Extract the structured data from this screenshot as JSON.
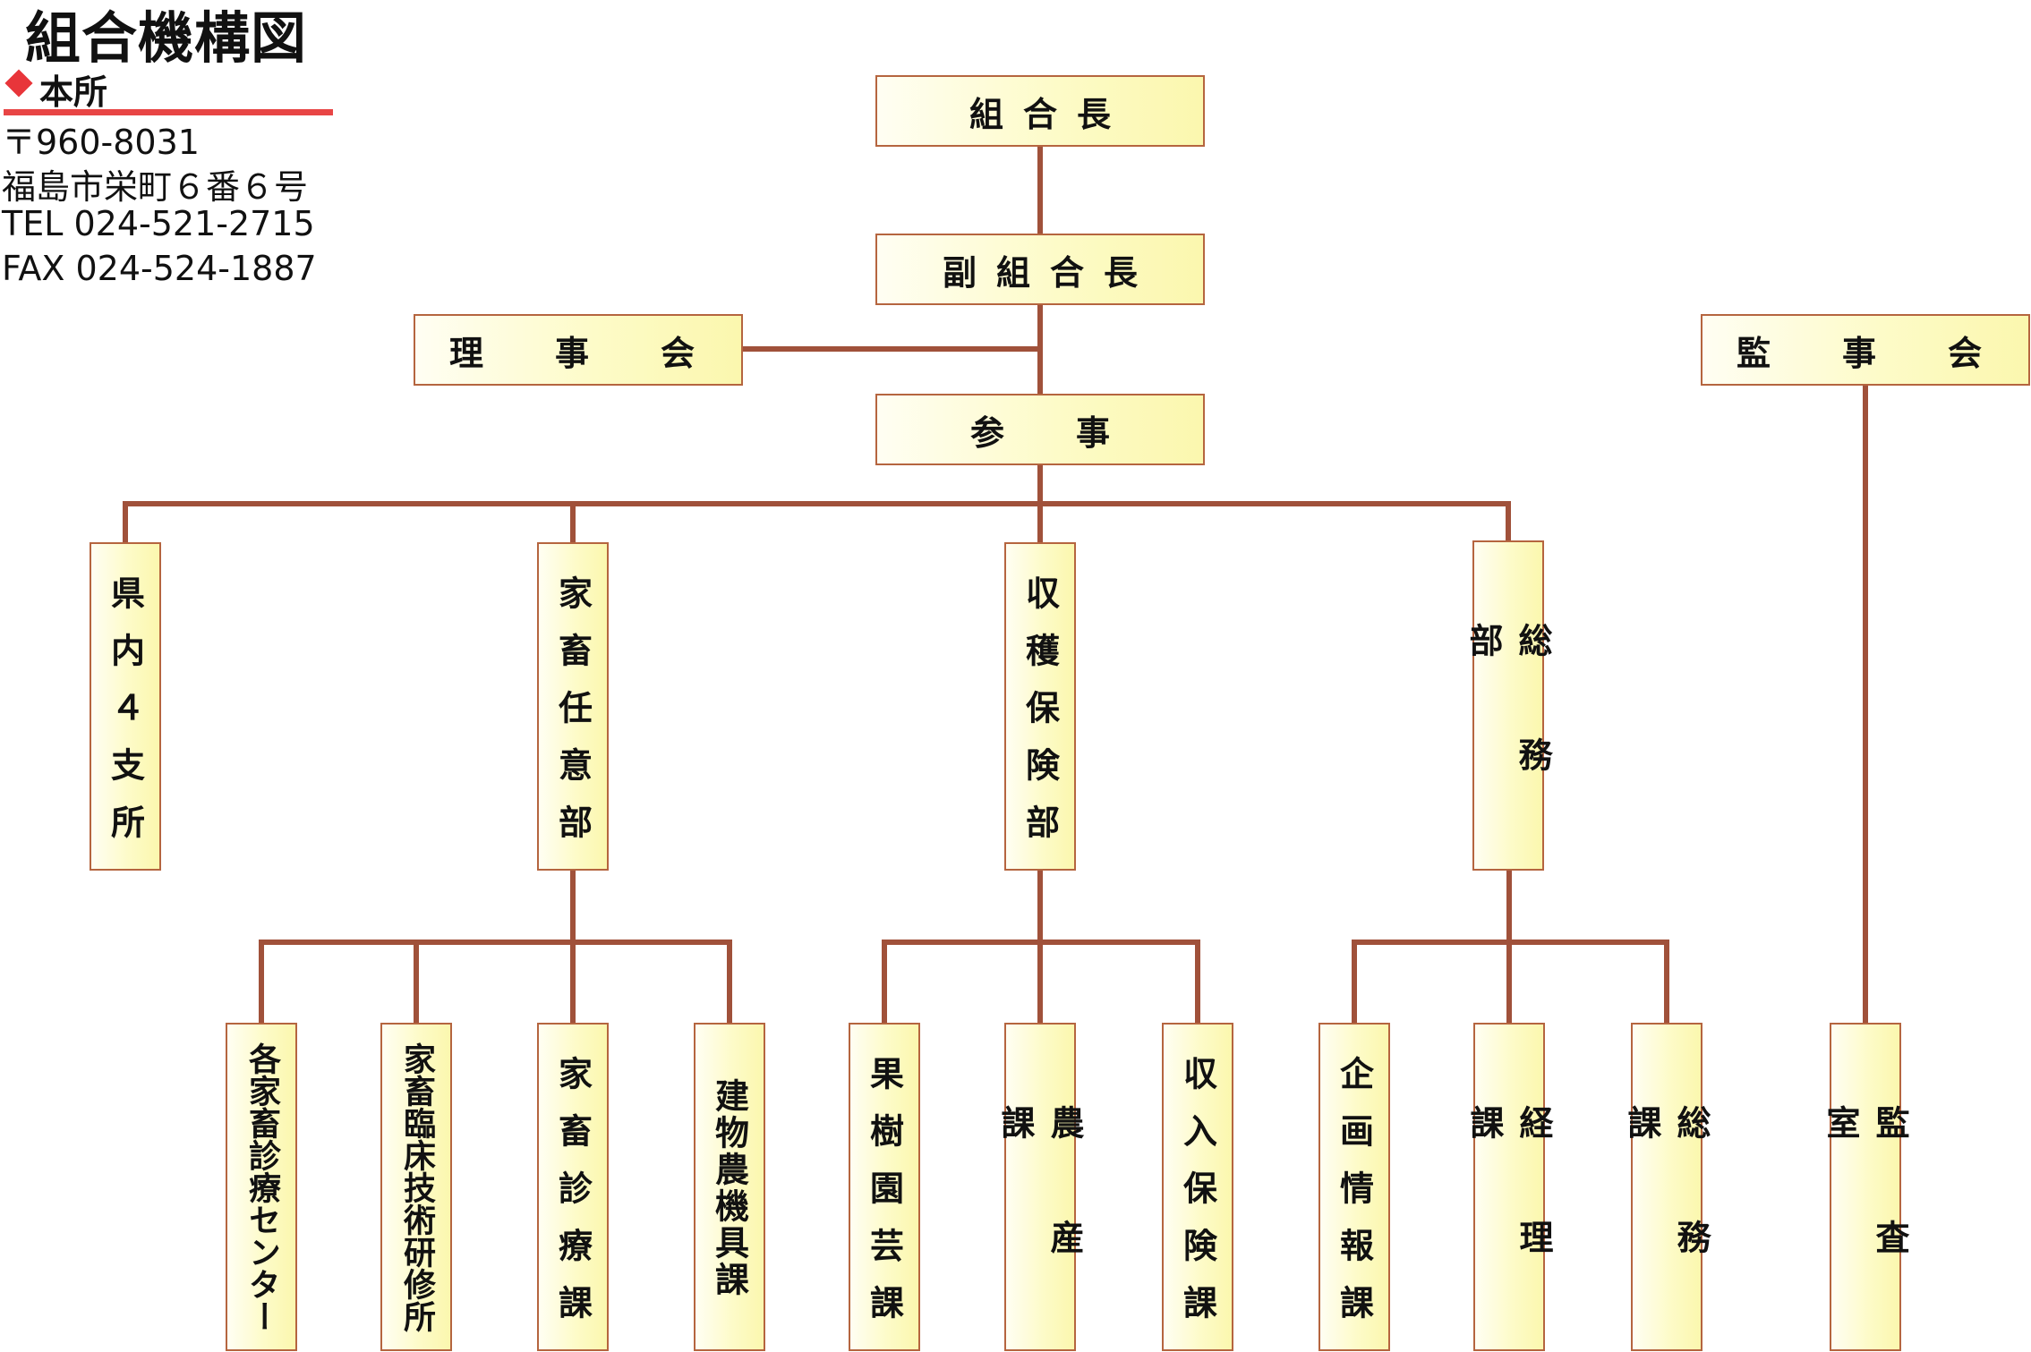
{
  "header": {
    "title": "組合機構図",
    "office_label": "本所",
    "address_lines": [
      "〒960-8031",
      "福島市栄町６番６号",
      "TEL 024-521-2715",
      "FAX 024-524-1887"
    ]
  },
  "org": {
    "chairman": "組合長",
    "vice_chairman": "副組合長",
    "board": "理事会",
    "auditors_board": "監事会",
    "councilor": "参事",
    "departments": {
      "branches": "県内４支所",
      "livestock": "家畜任意部",
      "harvest": "収穫保険部",
      "general": "総務部"
    },
    "sections": {
      "livestock_centers": "各家畜診療センター",
      "livestock_training": "家畜臨床技術研修所",
      "livestock_medical": "家畜診療課",
      "buildings": "建物農機具課",
      "fruit": "果樹園芸課",
      "agriculture": "農産課",
      "revenue": "収入保険課",
      "planning": "企画情報課",
      "accounting": "経理課",
      "general_affairs": "総務課",
      "audit": "監査室"
    }
  },
  "colors": {
    "line": "#a0513a",
    "box_border": "#b5653f",
    "box_fill": "#fdfbc8",
    "accent": "#e8353a"
  }
}
